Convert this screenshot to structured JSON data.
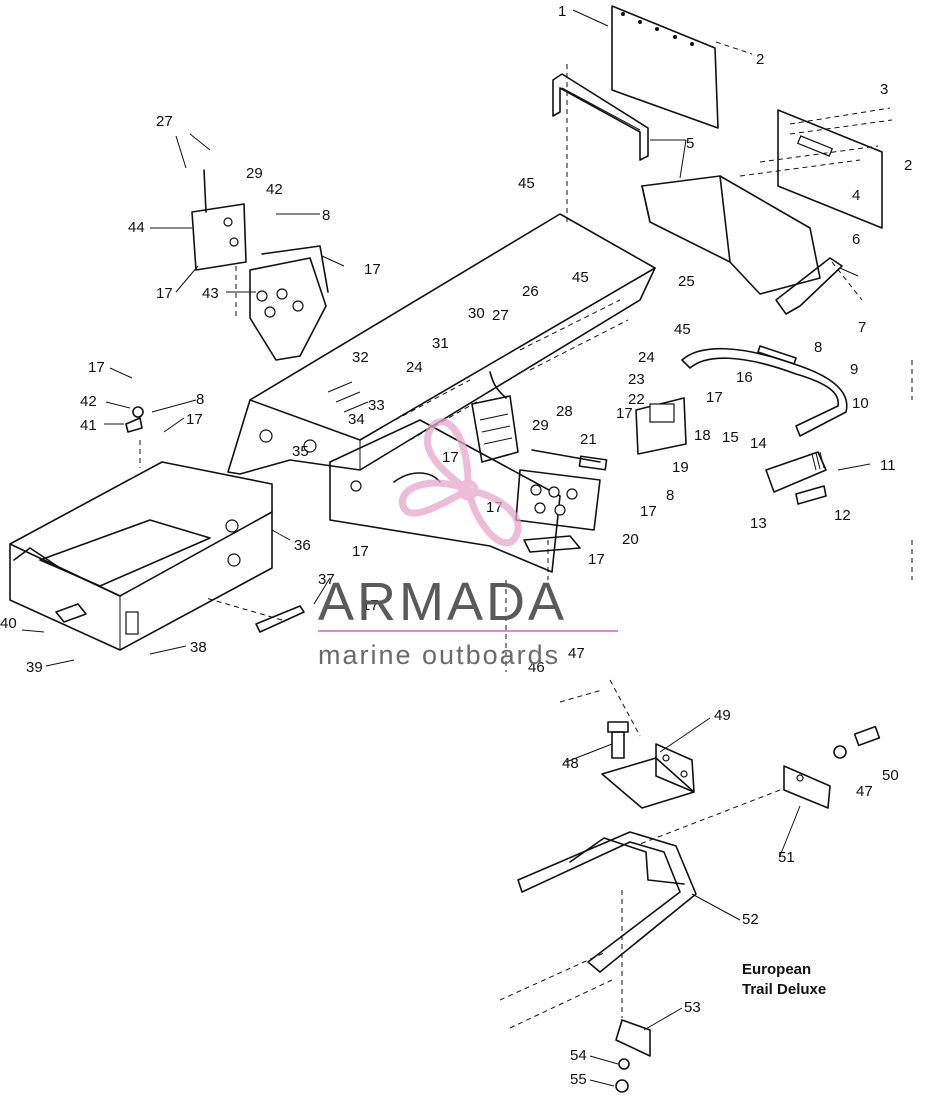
{
  "diagram": {
    "callouts": [
      "1",
      "2",
      "3",
      "2",
      "4",
      "5",
      "45",
      "6",
      "7",
      "8",
      "25",
      "26",
      "45",
      "45",
      "24",
      "27",
      "30",
      "31",
      "32",
      "24",
      "33",
      "34",
      "35",
      "17",
      "23",
      "22",
      "17",
      "16",
      "9",
      "10",
      "15",
      "14",
      "28",
      "29",
      "21",
      "17",
      "18",
      "19",
      "8",
      "11",
      "12",
      "13",
      "17",
      "20",
      "17",
      "17",
      "17",
      "36",
      "37",
      "17",
      "38",
      "40",
      "39",
      "27",
      "29",
      "42",
      "8",
      "44",
      "17",
      "43",
      "17",
      "17",
      "8",
      "42",
      "41",
      "17",
      "46",
      "47",
      "48",
      "49",
      "50",
      "47",
      "51",
      "52",
      "53",
      "54",
      "55"
    ],
    "note_line1": "European",
    "note_line2": "Trail Deluxe"
  },
  "watermark": {
    "brand": "ARMADA",
    "tagline": "marine outboards",
    "colors": {
      "text": "#5a5a5a",
      "logo": "#e6a6cd",
      "rule": "#d98fbf"
    }
  }
}
